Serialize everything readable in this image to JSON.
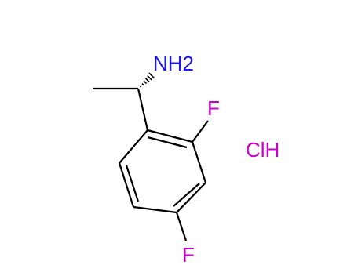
{
  "molecule": {
    "amine_label": "NH2",
    "fluorine_ortho_label": "F",
    "fluorine_para_label": "F",
    "salt_label": "ClH"
  },
  "colors": {
    "bond": "#000000",
    "nitrogen": "#1a1ae6",
    "fluorine": "#c800c8",
    "chlorine": "#c800c8"
  }
}
